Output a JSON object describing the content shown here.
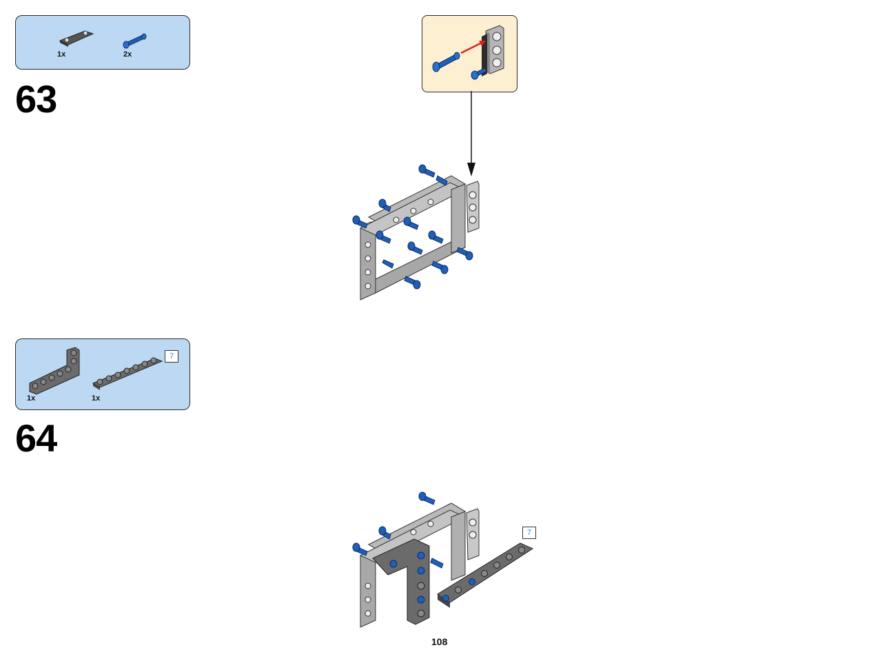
{
  "step63": {
    "number": "63",
    "parts": [
      {
        "qty": "1x",
        "icon": "connector-beam-icon"
      },
      {
        "qty": "2x",
        "icon": "blue-pin-icon"
      }
    ]
  },
  "step64": {
    "number": "64",
    "parts": [
      {
        "qty": "1x",
        "icon": "l-beam-icon"
      },
      {
        "qty": "1x",
        "icon": "straight-beam-icon"
      }
    ],
    "length_badge": "7"
  },
  "assembly_badge": "7",
  "page_number": "108",
  "colors": {
    "parts_bg": "#bcd8f2",
    "callout_bg": "#fdf0d2",
    "pin_blue": "#1f5fb8",
    "frame_gray": "#a8a8a8",
    "beam_dark": "#6b6b6b",
    "arrow_red": "#e02020"
  }
}
